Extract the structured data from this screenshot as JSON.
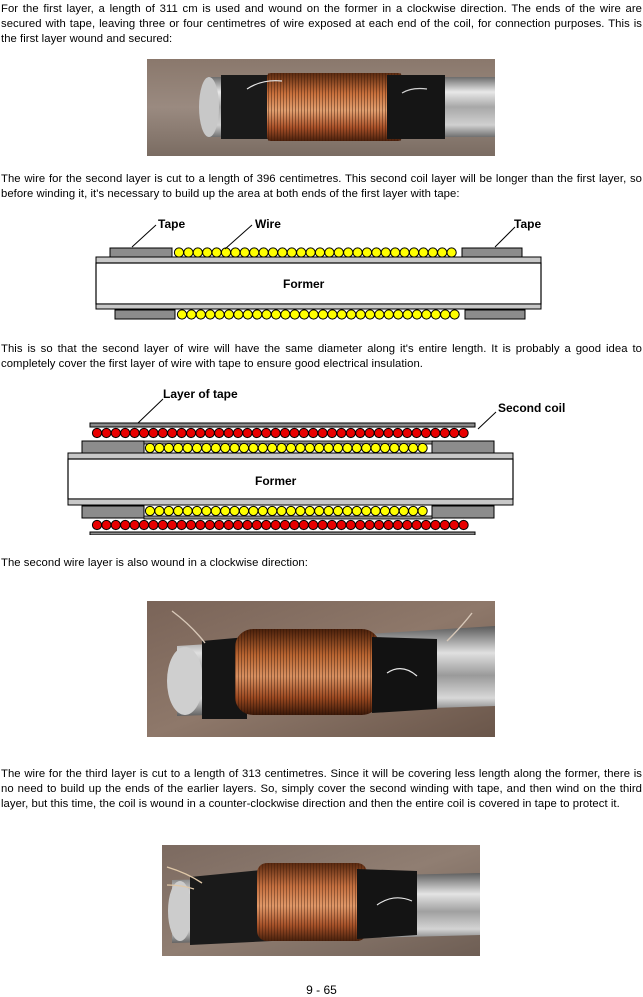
{
  "paragraphs": {
    "p1": "For the first layer, a length of 311 cm is used and wound on the former in a clockwise direction.  The ends of the wire are secured with tape, leaving three or four centimetres of wire exposed at each end of the coil, for connection purposes.  This is the first layer wound and secured:",
    "p2": "The wire for the second layer is cut to a length of 396 centimetres.  This second coil layer will be longer than the first layer, so before winding it, it's necessary to build up the area at both ends of the first layer with tape:",
    "p3": "This is so that the second layer of wire will have the same diameter along it's entire length.  It is probably a good idea to completely cover the first layer of wire with tape to ensure good electrical insulation.",
    "p4": "The second wire layer is also wound in a clockwise direction:",
    "p5": "The wire for the third layer is cut to a length of 313 centimetres.  Since it will be covering less length along the former, there is no need to build up the ends of the earlier layers.  So, simply cover the second winding with tape, and then wind on the third layer, but this time, the coil is wound in a counter-clockwise direction and then the entire coil is covered in tape to protect it."
  },
  "diagram1": {
    "tape_left": "Tape",
    "wire": "Wire",
    "tape_right": "Tape",
    "former": "Former"
  },
  "diagram2": {
    "layer_of_tape": "Layer of tape",
    "second_coil": "Second coil",
    "former": "Former"
  },
  "colors": {
    "wire_first_layer": "#ffff00",
    "wire_second_layer": "#e80000",
    "tape": "#808080",
    "former": "#ffffff"
  },
  "page_number": "9 - 65"
}
